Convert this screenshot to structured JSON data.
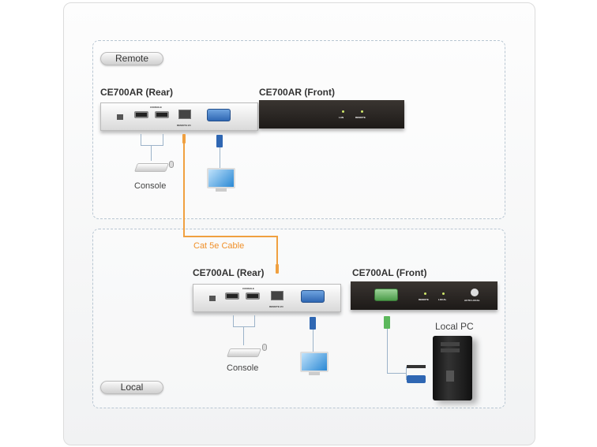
{
  "zones": {
    "remote": "Remote",
    "local": "Local"
  },
  "remote": {
    "rear_title": "CE700AR (Rear)",
    "front_title": "CE700AR (Front)",
    "rear_ports": {
      "console": "CONSOLE",
      "remote_io": "REMOTE I/O"
    },
    "front_leds": [
      "LAN",
      "REMOTE"
    ],
    "console_label": "Console"
  },
  "cable_label": "Cat 5e Cable",
  "local": {
    "rear_title": "CE700AL (Rear)",
    "front_title": "CE700AL (Front)",
    "rear_ports": {
      "console": "CONSOLE",
      "remote_io": "REMOTE I/O"
    },
    "front_leds": [
      "REMOTE",
      "LOCAL"
    ],
    "front_button": "AUTO LOCAL",
    "console_label": "Console",
    "pc_label": "Local PC"
  },
  "colors": {
    "cable": "#f0a040",
    "vga_console": "#2f67b3",
    "vga_pc": "#5cb85c"
  }
}
